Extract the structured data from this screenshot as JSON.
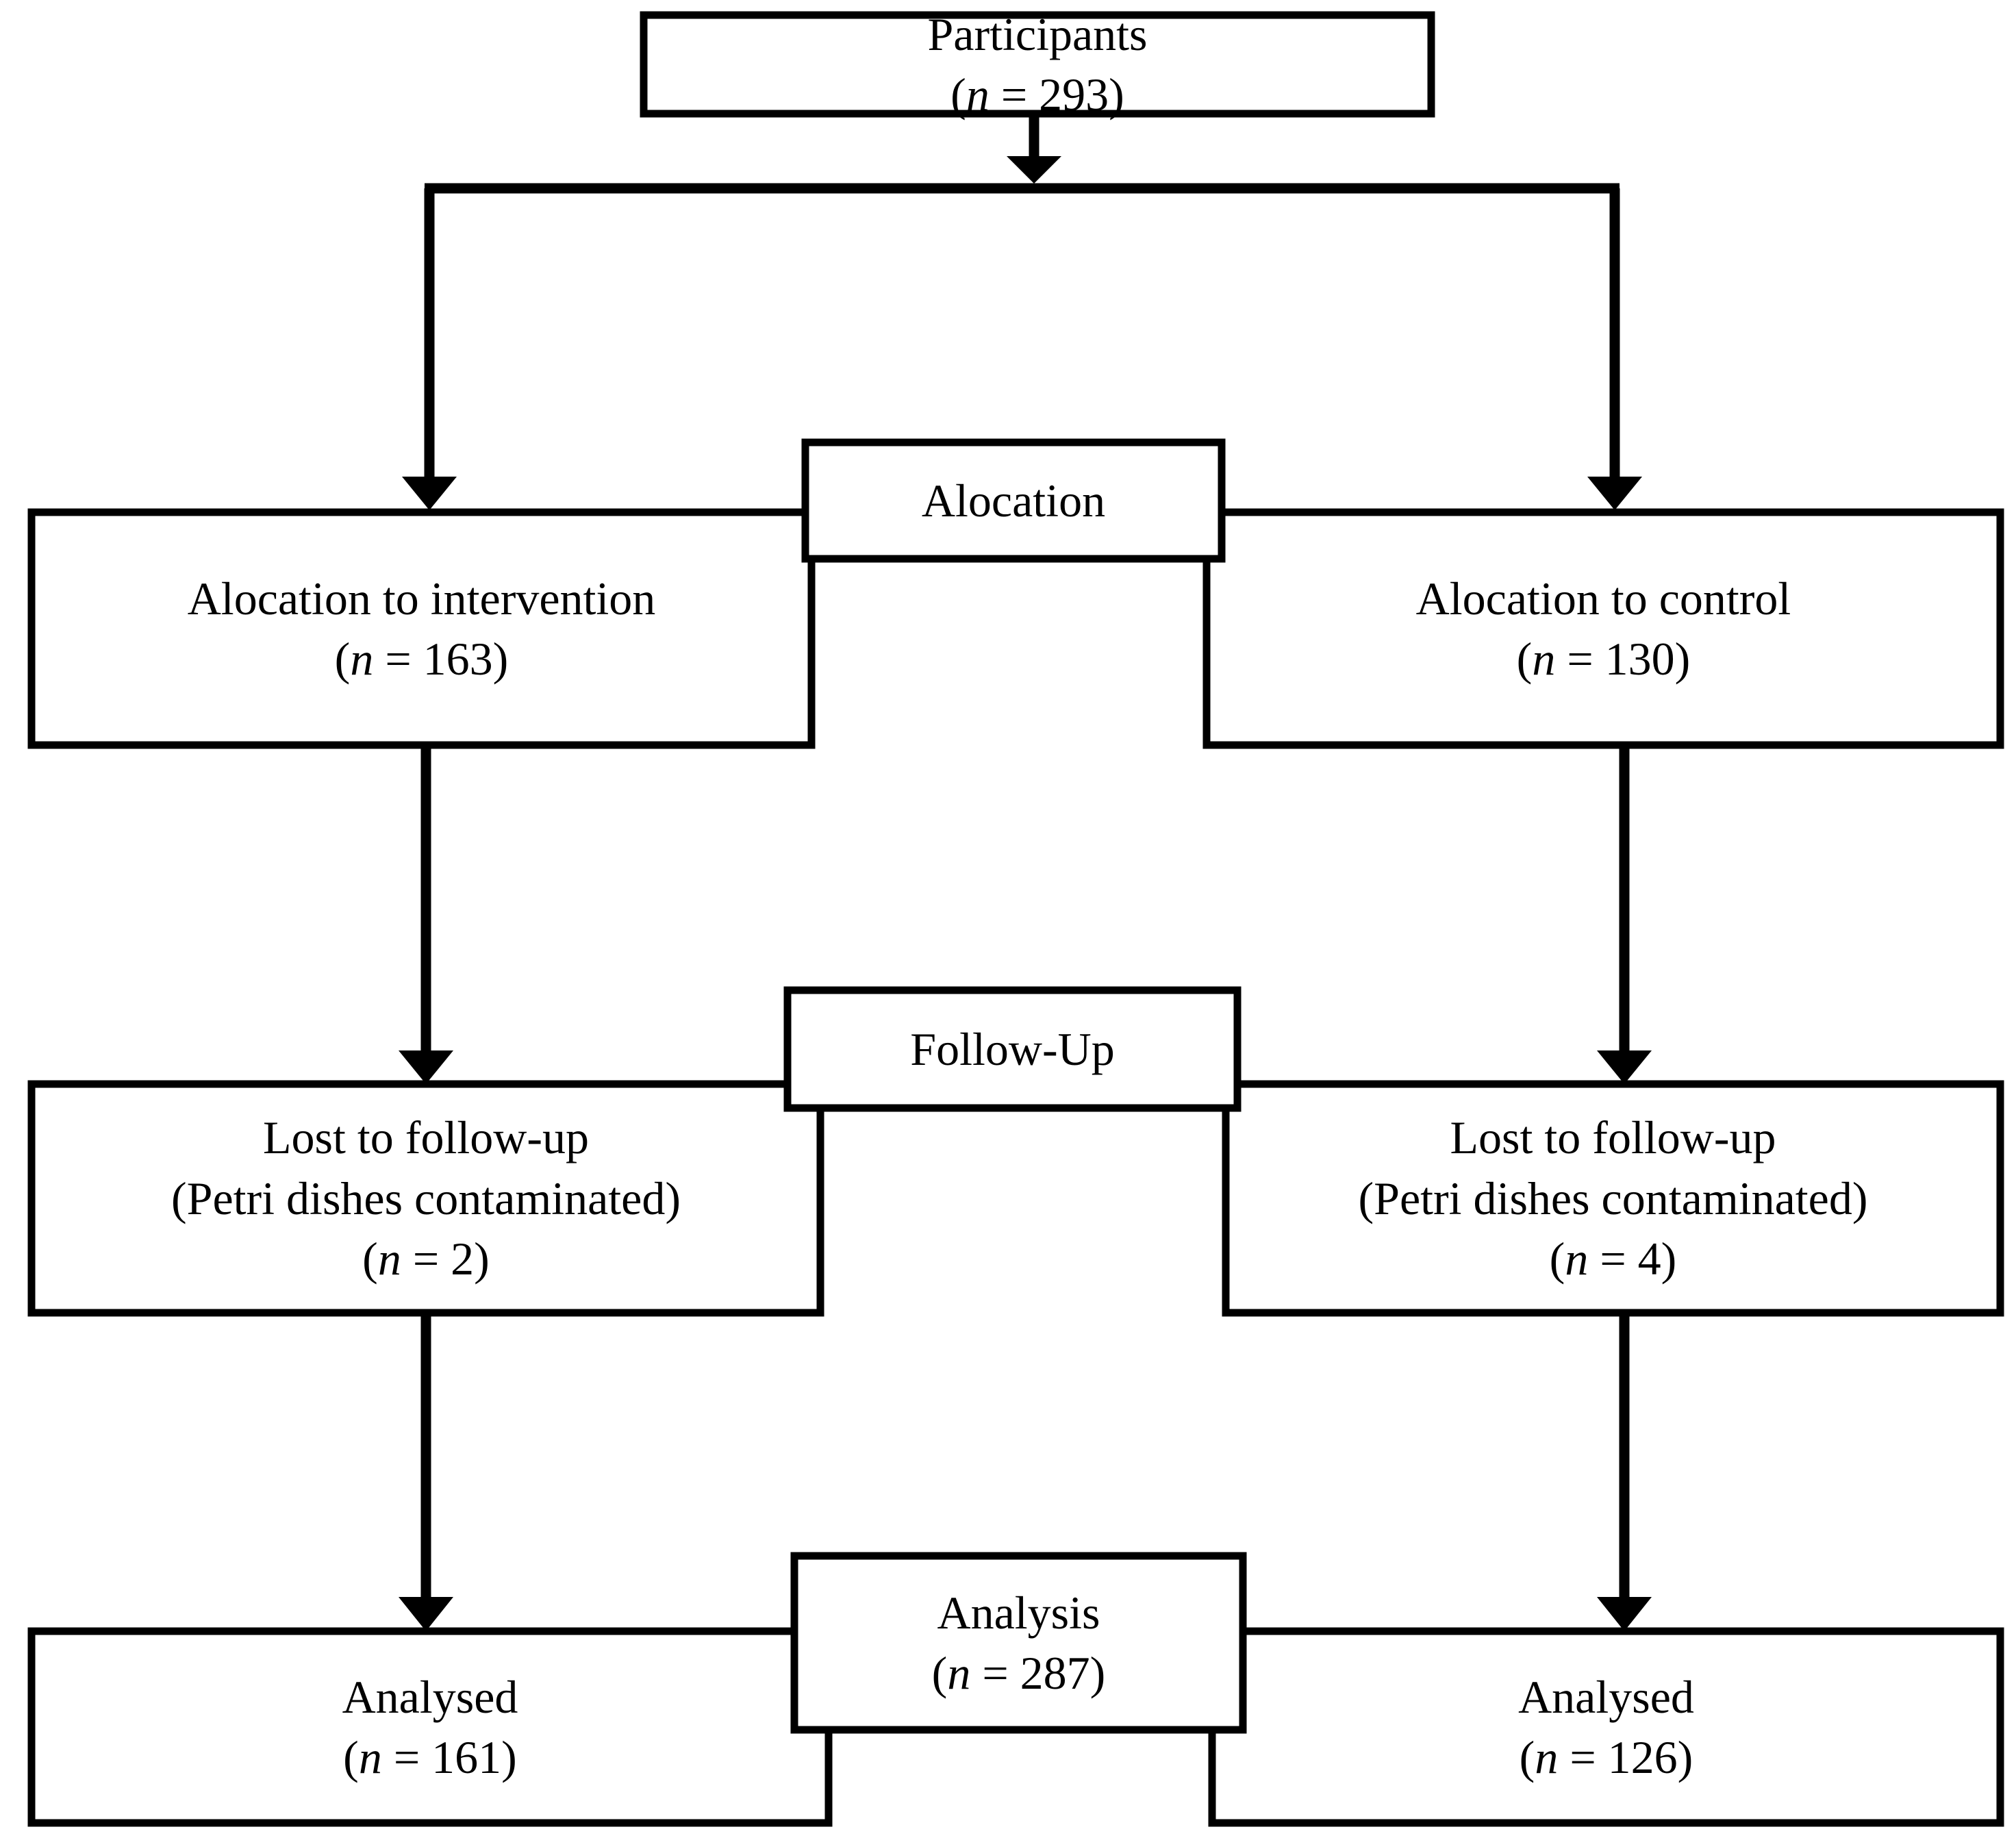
{
  "diagram": {
    "type": "consort-flow-diagram",
    "title": "CONSORT participant flow diagram",
    "colors": {
      "stroke": "#000000",
      "background": "#ffffff",
      "text": "#000000"
    },
    "stage_labels": [
      {
        "id": "allocation",
        "text": "Alocation"
      },
      {
        "id": "follow-up",
        "text": "Follow-Up"
      },
      {
        "id": "analysis",
        "line1": "Analysis",
        "line2_pre": "(",
        "line2_var": "n",
        "line2_post": " = 287)"
      }
    ],
    "nodes": {
      "participants": {
        "line1": "Participants",
        "line2_pre": "(",
        "line2_var": "n",
        "line2_post": " = 293)",
        "n": 293
      },
      "allocation_intervention": {
        "line1": "Alocation to intervention",
        "line2_pre": "(",
        "line2_var": "n",
        "line2_post": " = 163)",
        "n": 163
      },
      "allocation_control": {
        "line1": "Alocation to control",
        "line2_pre": "(",
        "line2_var": "n",
        "line2_post": " = 130)",
        "n": 130
      },
      "lost_intervention": {
        "line1": "Lost to follow-up",
        "line2": "(Petri dishes contaminated)",
        "line3_pre": "(",
        "line3_var": "n",
        "line3_post": " = 2)",
        "n": 2
      },
      "lost_control": {
        "line1": "Lost to follow-up",
        "line2": "(Petri dishes contaminated)",
        "line3_pre": "(",
        "line3_var": "n",
        "line3_post": " = 4)",
        "n": 4
      },
      "analysed_intervention": {
        "line1": "Analysed",
        "line2_pre": "(",
        "line2_var": "n",
        "line2_post": " = 161)",
        "n": 161
      },
      "analysed_control": {
        "line1": "Analysed",
        "line2_pre": "(",
        "line2_var": "n",
        "line2_post": " = 126)",
        "n": 126
      },
      "analysis_total": {
        "line1": "Analysis",
        "line2_pre": "(",
        "line2_var": "n",
        "line2_post": " = 287)",
        "n": 287
      }
    }
  }
}
